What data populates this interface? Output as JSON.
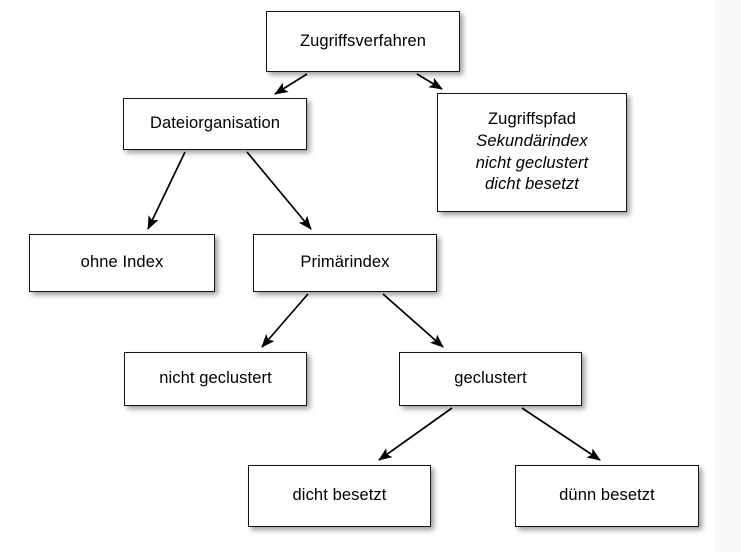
{
  "diagram": {
    "type": "tree-diagram",
    "title_text": "Zugriffsverfahren",
    "language": "de",
    "background_color": "#ffffff",
    "panel_color": "#f8f8f8",
    "box_fill": "#ffffff",
    "box_border_color": "#151515",
    "edge_color": "#000000",
    "nodes": [
      {
        "id": "zugriffsverfahren",
        "lines": [
          {
            "text": "Zugriffsverfahren",
            "italic": false
          }
        ]
      },
      {
        "id": "dateiorganisation",
        "lines": [
          {
            "text": "Dateiorganisation",
            "italic": false
          }
        ]
      },
      {
        "id": "zugriffspfad",
        "lines": [
          {
            "text": "Zugriffspfad",
            "italic": false
          },
          {
            "text": "Sekundärindex",
            "italic": true
          },
          {
            "text": "nicht geclustert",
            "italic": true
          },
          {
            "text": "dicht besetzt",
            "italic": true
          }
        ]
      },
      {
        "id": "ohne-index",
        "lines": [
          {
            "text": "ohne Index",
            "italic": false
          }
        ]
      },
      {
        "id": "primaerindex",
        "lines": [
          {
            "text": "Primärindex",
            "italic": false
          }
        ]
      },
      {
        "id": "nicht-geclustert",
        "lines": [
          {
            "text": "nicht geclustert",
            "italic": false
          }
        ]
      },
      {
        "id": "geclustert",
        "lines": [
          {
            "text": "geclustert",
            "italic": false
          }
        ]
      },
      {
        "id": "dicht-besetzt",
        "lines": [
          {
            "text": "dicht besetzt",
            "italic": false
          }
        ]
      },
      {
        "id": "duenn-besetzt",
        "lines": [
          {
            "text": "dünn besetzt",
            "italic": false
          }
        ]
      }
    ],
    "edges": [
      {
        "from": "zugriffsverfahren",
        "to": "dateiorganisation"
      },
      {
        "from": "zugriffsverfahren",
        "to": "zugriffspfad"
      },
      {
        "from": "dateiorganisation",
        "to": "ohne-index"
      },
      {
        "from": "dateiorganisation",
        "to": "primaerindex"
      },
      {
        "from": "primaerindex",
        "to": "nicht-geclustert"
      },
      {
        "from": "primaerindex",
        "to": "geclustert"
      },
      {
        "from": "geclustert",
        "to": "dicht-besetzt"
      },
      {
        "from": "geclustert",
        "to": "duenn-besetzt"
      }
    ]
  },
  "nodes": {
    "zugriffsverfahren": {
      "l0": "Zugriffsverfahren"
    },
    "dateiorganisation": {
      "l0": "Dateiorganisation"
    },
    "zugriffspfad": {
      "l0": "Zugriffspfad",
      "l1": "Sekundärindex",
      "l2": "nicht geclustert",
      "l3": "dicht besetzt"
    },
    "ohne_index": {
      "l0": "ohne Index"
    },
    "primaerindex": {
      "l0": "Primärindex"
    },
    "nicht_geclustert": {
      "l0": "nicht geclustert"
    },
    "geclustert": {
      "l0": "geclustert"
    },
    "dicht_besetzt": {
      "l0": "dicht besetzt"
    },
    "duenn_besetzt": {
      "l0": "dünn besetzt"
    }
  }
}
